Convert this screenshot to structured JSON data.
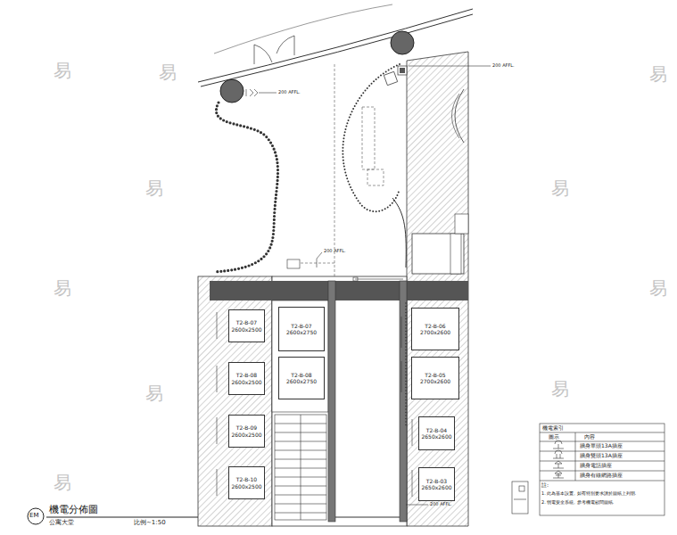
{
  "diagram": {
    "title": "機電分佈圖",
    "nodes": [
      {
        "text": [
          "T2-B-07",
          "2600x2500"
        ]
      },
      {
        "text": [
          "T2-B-08",
          "2600x2500"
        ]
      },
      {
        "text": [
          "T2-B-09",
          "2600x2500"
        ]
      },
      {
        "text": [
          "T2-B-10",
          "2600x2500"
        ]
      },
      {
        "text": [
          "T2-B-07",
          "2600x2750"
        ]
      },
      {
        "text": [
          "T2-B-08",
          "2600x2750"
        ]
      },
      {
        "text": [
          "T2-B-06",
          "2700x2600"
        ]
      },
      {
        "text": [
          "T2-B-05",
          "2700x2600"
        ]
      },
      {
        "text": [
          "T2-B-04",
          "2650x2600"
        ]
      },
      {
        "text": [
          "T2-B-03",
          "2650x2600"
        ]
      }
    ],
    "labels": [
      "200 AFFL.",
      "200 AFFL.",
      "200 AFFL.",
      "200 AFFL.",
      "EM",
      "公寓大堂",
      "比例~1:50",
      "機電索引",
      "圖示",
      "內容",
      "註:",
      "1. 此為基本設置, 如有特別要求請於圖紙上列明.",
      "2. 弱電安全系統, 參考機電顧問圖紙.",
      "易",
      "易",
      "易",
      "易",
      "易",
      "易",
      "易",
      "易",
      "易",
      "易"
    ],
    "legend": [
      {
        "text": "牆身單頭13A插座"
      },
      {
        "text": "牆身雙頭13A插座"
      },
      {
        "text": "牆身電話插座"
      },
      {
        "text": "牆身有線網路插座"
      }
    ]
  }
}
